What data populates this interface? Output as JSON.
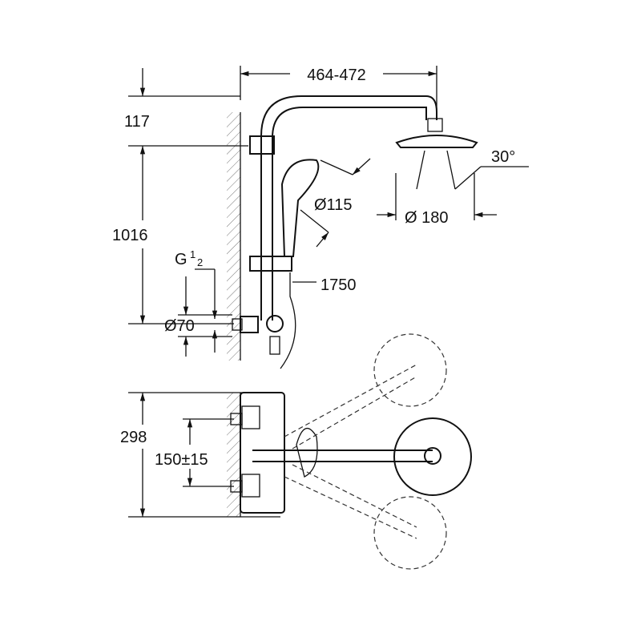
{
  "dimensions": {
    "arm_length": "464-472",
    "top_offset": "117",
    "height": "1016",
    "thread_g": "G",
    "thread_num": "1",
    "thread_den": "2",
    "escutcheon": "Ø70",
    "angle": "30°",
    "handshower_diameter": "Ø115",
    "head_diameter": "Ø 180",
    "hose_length": "1750",
    "mixer_height": "298",
    "centres": "150±15"
  }
}
